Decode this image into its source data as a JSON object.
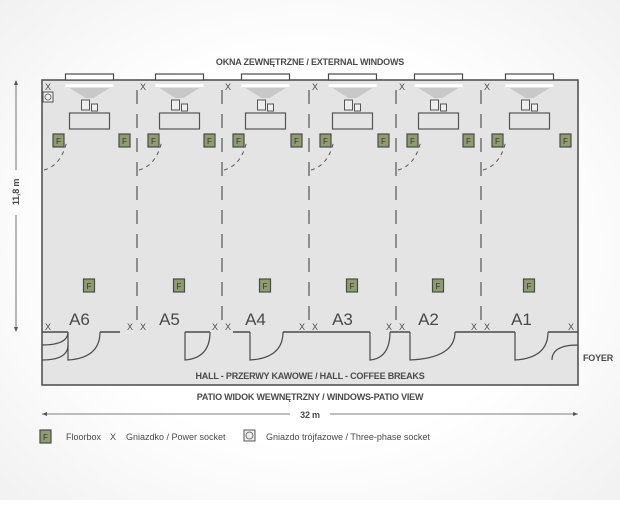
{
  "labels": {
    "top": "OKNA ZEWNĘTRZNE / EXTERNAL WINDOWS",
    "hall": "HALL - PRZERWY KAWOWE / HALL - COFFEE BREAKS",
    "bottom": "PATIO WIDOK WEWNĘTRZNY / WINDOWS-PATIO VIEW",
    "foyer": "FOYER",
    "width": "32 m",
    "height": "11,8 m"
  },
  "rooms": [
    "A6",
    "A5",
    "A4",
    "A3",
    "A2",
    "A1"
  ],
  "legend": {
    "floorbox_symbol": "F",
    "floorbox": "Floorbox",
    "socket_symbol": "X",
    "socket": "Gniazdko / Power socket",
    "three_phase": "Gniazdo trójfazowe / Three-phase socket"
  },
  "colors": {
    "floorbox": "#8f9c6e",
    "floor": "#e4e4e4",
    "line": "#4a4a4a"
  }
}
